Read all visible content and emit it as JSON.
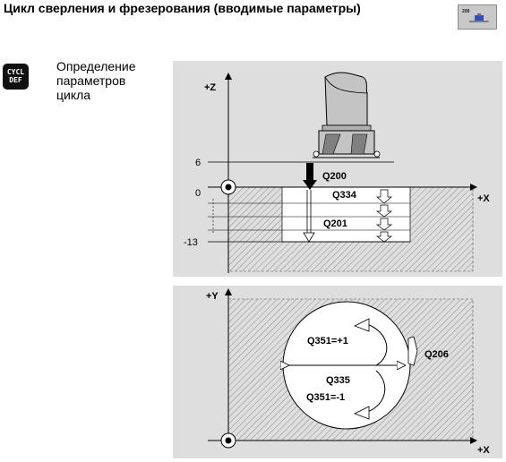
{
  "header": {
    "title": "Цикл сверления и фрезерования (вводимые параметры)",
    "cycle_number": "208"
  },
  "key": {
    "line1": "CYCL",
    "line2": "DEF"
  },
  "description": {
    "lines": [
      "Определение",
      "параметров",
      "цикла"
    ]
  },
  "side_view": {
    "axis_z": "+Z",
    "axis_x": "+X",
    "coord_6": "6",
    "coord_0": "0",
    "coord_minus13": "-13",
    "q200": "Q200",
    "q334": "Q334",
    "q201": "Q201"
  },
  "top_view": {
    "axis_y": "+Y",
    "axis_x": "+X",
    "q351_climb": "Q351=+1",
    "q335": "Q335",
    "q351_up": "Q351=-1",
    "q206": "Q206"
  }
}
